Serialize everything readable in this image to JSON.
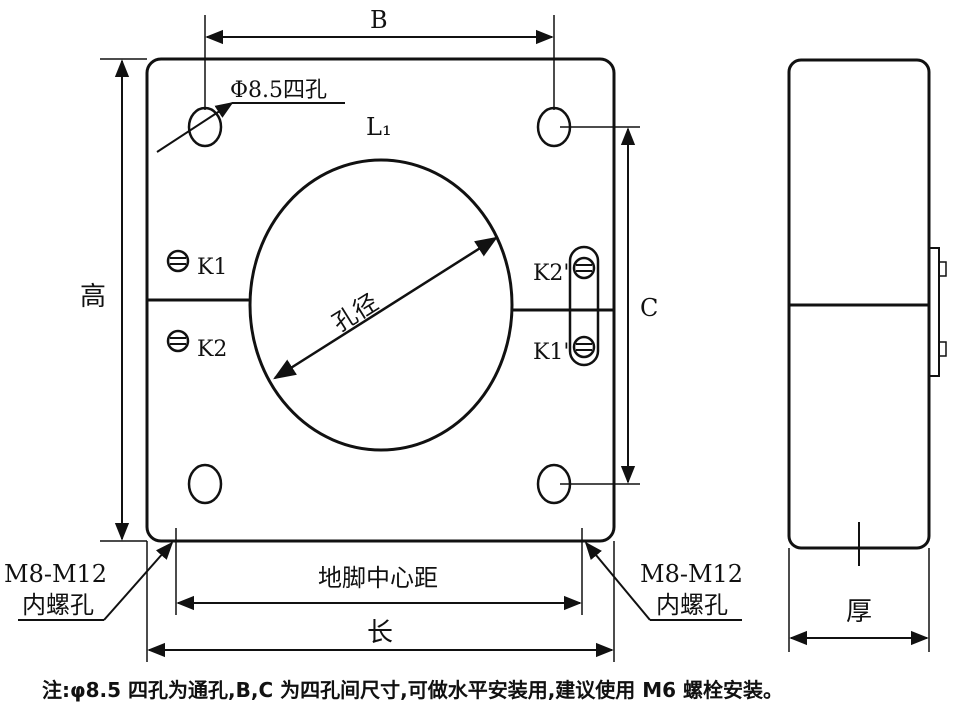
{
  "labels": {
    "dim_b": "B",
    "hole_spec": "Φ8.5四孔",
    "winding_l1": "L₁",
    "terminal_k1": "K1",
    "terminal_k2": "K2",
    "terminal_k2p": "K2'",
    "terminal_k1p": "K1'",
    "bore": "孔径",
    "height": "高",
    "dim_c": "C",
    "thread_left_1": "M8-M12",
    "thread_left_2": "内螺孔",
    "thread_right_1": "M8-M12",
    "thread_right_2": "内螺孔",
    "foot_center": "地脚中心距",
    "length": "长",
    "thickness": "厚"
  },
  "note": "注:φ8.5 四孔为通孔,B,C 为四孔间尺寸,可做水平安装用,建议使用 M6 螺栓安装。",
  "colors": {
    "ink": "#111111",
    "paper": "#ffffff"
  }
}
